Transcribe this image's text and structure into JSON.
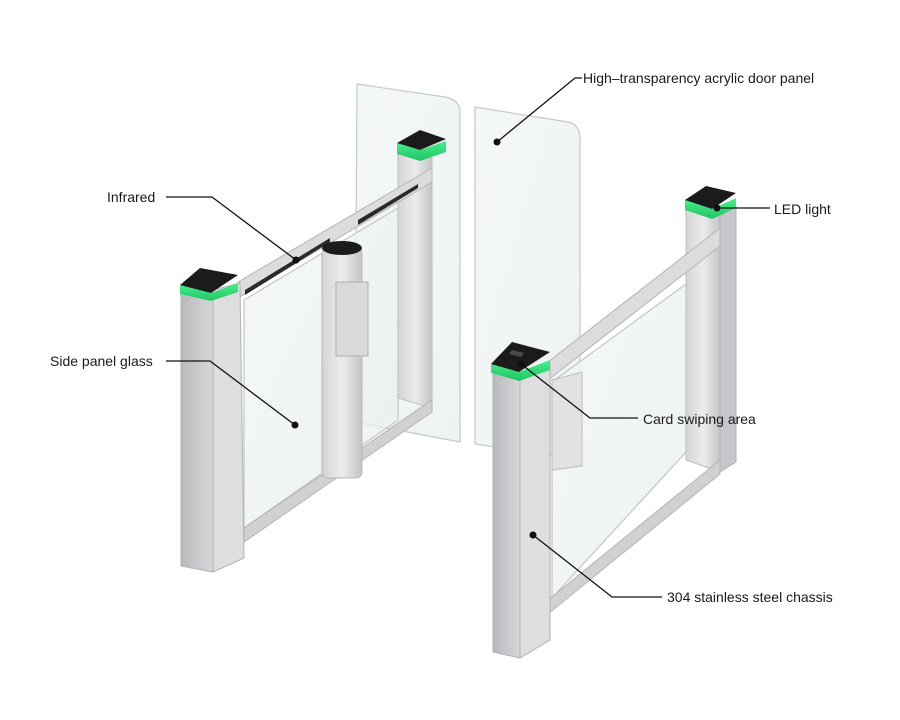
{
  "callouts": {
    "door_panel": "High–transparency acrylic door panel",
    "infrared": "Infrared",
    "led_light": "LED light",
    "side_panel_glass": "Side panel glass",
    "card_swiping_area": "Card swiping area",
    "chassis": "304 stainless steel chassis"
  },
  "colors": {
    "background": "#ffffff",
    "steel_light": "#e4e4e6",
    "steel_mid": "#c9c9cc",
    "steel_dark": "#a9a9ad",
    "cap": "#1b1b1b",
    "led_green": "#2fe07a",
    "glass_edge": "#bfc6c8",
    "leader": "#111111"
  }
}
